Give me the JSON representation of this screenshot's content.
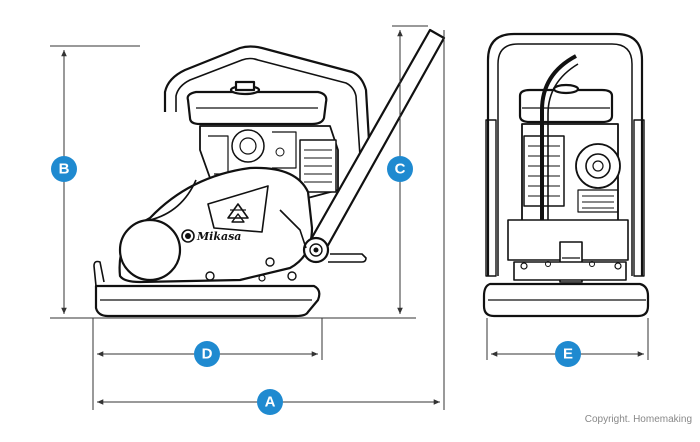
{
  "dimensions": [
    {
      "id": "A",
      "label": "A"
    },
    {
      "id": "B",
      "label": "B"
    },
    {
      "id": "C",
      "label": "C"
    },
    {
      "id": "D",
      "label": "D"
    },
    {
      "id": "E",
      "label": "E"
    }
  ],
  "brand_logo": "Mikasa",
  "copyright": "Copyright. Homemaking",
  "colors": {
    "badge": "#1f8ad0",
    "line": "#111111",
    "dim_line": "#333333"
  }
}
